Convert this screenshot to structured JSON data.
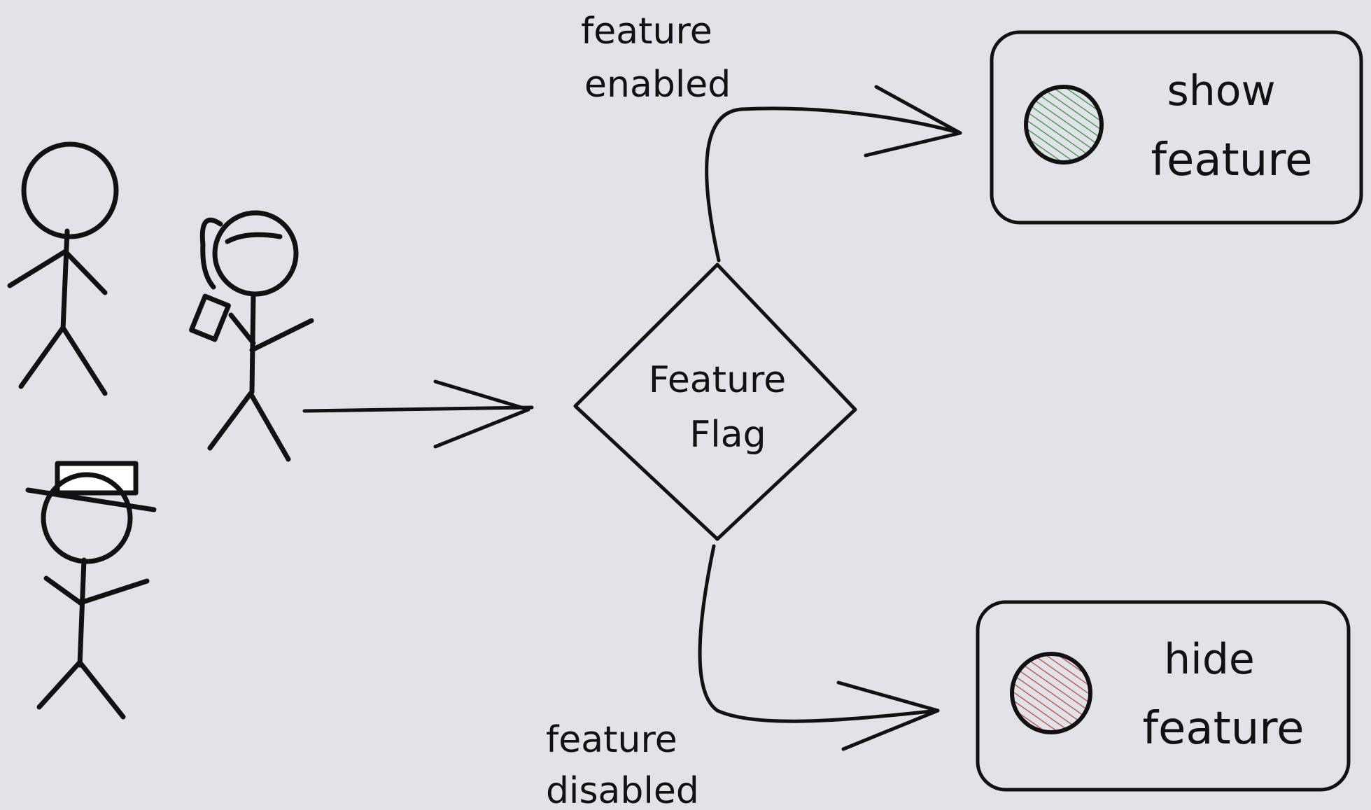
{
  "diagram": {
    "decision": {
      "line1": "Feature",
      "line2": "Flag"
    },
    "branch_top": {
      "line1": "feature",
      "line2": "enabled"
    },
    "branch_bottom": {
      "line1": "feature",
      "line2": "disabled"
    },
    "outcome_show": {
      "line1": "show",
      "line2": "feature",
      "indicator_color": "#4a9c54"
    },
    "outcome_hide": {
      "line1": "hide",
      "line2": "feature",
      "indicator_color": "#c25a5a"
    }
  },
  "colors": {
    "background": "#e2e3e8",
    "ink": "#111111"
  },
  "users": [
    "stick-figure",
    "stick-figure-phone",
    "stick-figure-hat"
  ]
}
